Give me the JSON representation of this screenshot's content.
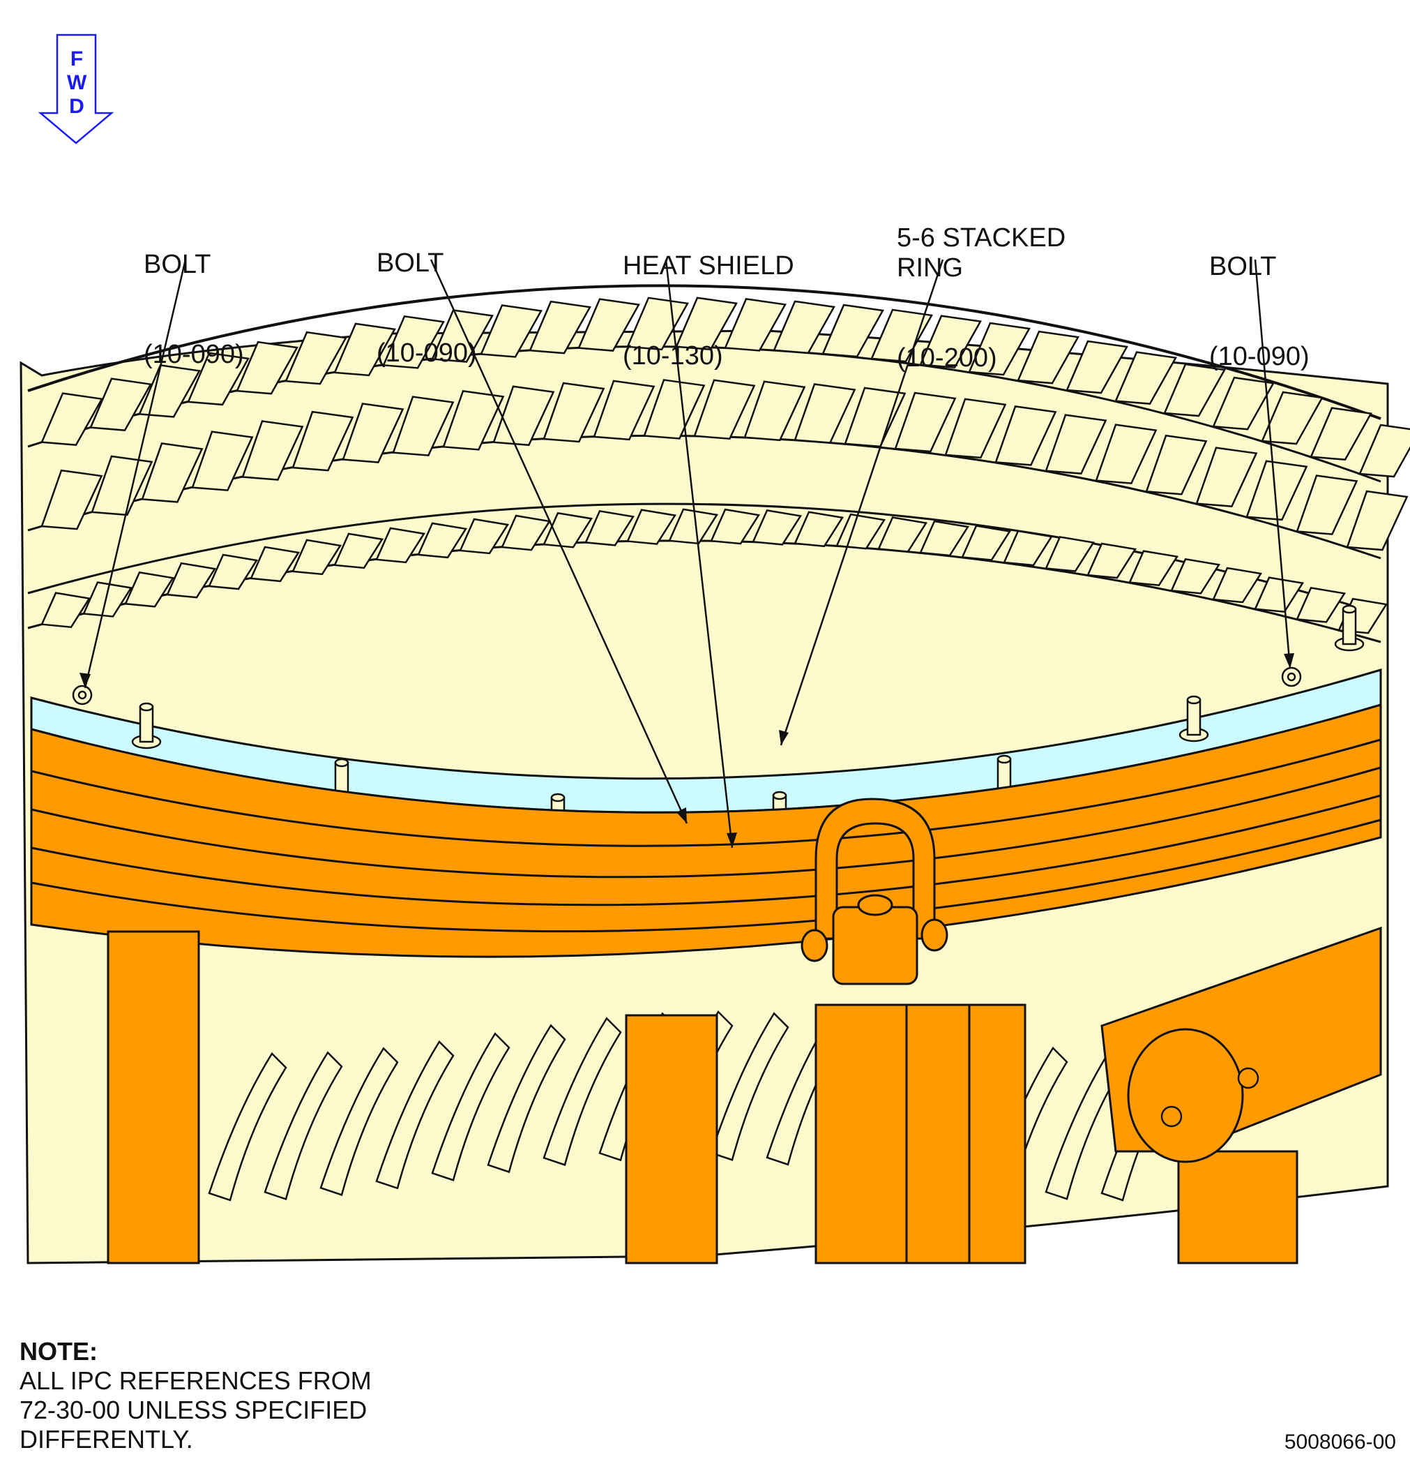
{
  "direction": {
    "letters": [
      "F",
      "W",
      "D"
    ],
    "color": "#1a1aff"
  },
  "callouts": [
    {
      "name": "BOLT",
      "ref": "(10-090)"
    },
    {
      "name": "BOLT",
      "ref": "(10-090)"
    },
    {
      "name": "HEAT SHIELD",
      "ref": "(10-130)"
    },
    {
      "name": "5-6 STACKED\nRING",
      "ref": "(10-200)"
    },
    {
      "name": "BOLT",
      "ref": "(10-090)"
    }
  ],
  "note": {
    "heading": "NOTE:",
    "lines": [
      "ALL IPC REFERENCES FROM",
      "72-30-00 UNLESS SPECIFIED",
      "DIFFERENTLY."
    ]
  },
  "figure_number": "5008066-00",
  "colors": {
    "engine": "#fdfbcd",
    "fixture": "#ff9a00",
    "heat_shield": "#ccfcff",
    "outline": "#111111"
  }
}
